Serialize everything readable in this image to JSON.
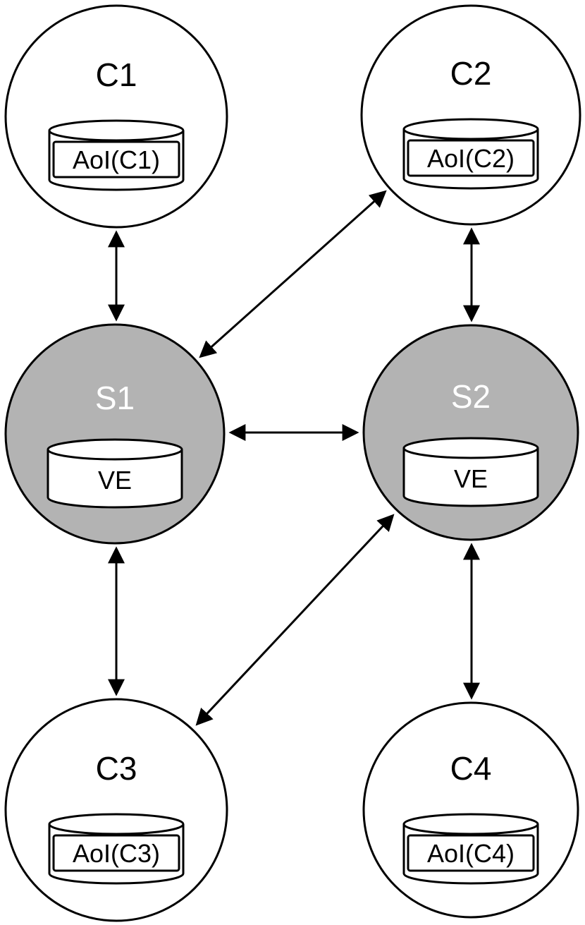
{
  "diagram": {
    "title": "client-server-topology",
    "colors": {
      "client_fill": "#ffffff",
      "server_fill": "#b3b3b3",
      "stroke": "#000000",
      "client_label_color": "#000000",
      "server_label_color": "#ffffff",
      "store_fill": "#ffffff"
    },
    "nodes": {
      "c1": {
        "label": "C1",
        "store": "AoI(C1)",
        "type": "client"
      },
      "c2": {
        "label": "C2",
        "store": "AoI(C2)",
        "type": "client"
      },
      "s1": {
        "label": "S1",
        "store": "VE",
        "type": "server"
      },
      "s2": {
        "label": "S2",
        "store": "VE",
        "type": "server"
      },
      "c3": {
        "label": "C3",
        "store": "AoI(C3)",
        "type": "client"
      },
      "c4": {
        "label": "C4",
        "store": "AoI(C4)",
        "type": "client"
      }
    },
    "edges": [
      {
        "from": "C1",
        "to": "S1",
        "bidirectional": true
      },
      {
        "from": "C2",
        "to": "S2",
        "bidirectional": true
      },
      {
        "from": "S1",
        "to": "S2",
        "bidirectional": true
      },
      {
        "from": "S1",
        "to": "C2",
        "bidirectional": true
      },
      {
        "from": "S1",
        "to": "C3",
        "bidirectional": true
      },
      {
        "from": "S2",
        "to": "C4",
        "bidirectional": true
      },
      {
        "from": "S2",
        "to": "C3",
        "bidirectional": true
      }
    ]
  }
}
